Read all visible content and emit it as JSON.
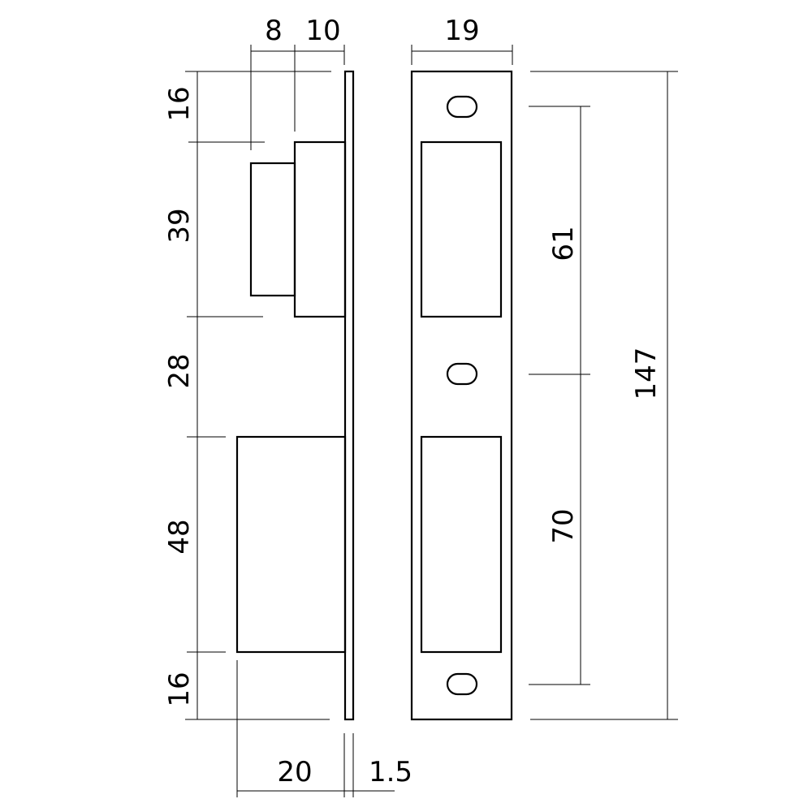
{
  "drawing": {
    "dimensions": {
      "depth_front": "8",
      "depth_rear": "10",
      "plate_width": "19",
      "top_margin": "16",
      "upper_block_height": "39",
      "gap_height": "28",
      "lower_block_height": "48",
      "bottom_margin": "16",
      "upper_hole_spacing": "61",
      "lower_hole_spacing": "70",
      "total_height": "147",
      "lower_block_depth": "20",
      "plate_thickness": "1.5"
    },
    "colors": {
      "line": "#000000",
      "background": "#ffffff"
    }
  }
}
